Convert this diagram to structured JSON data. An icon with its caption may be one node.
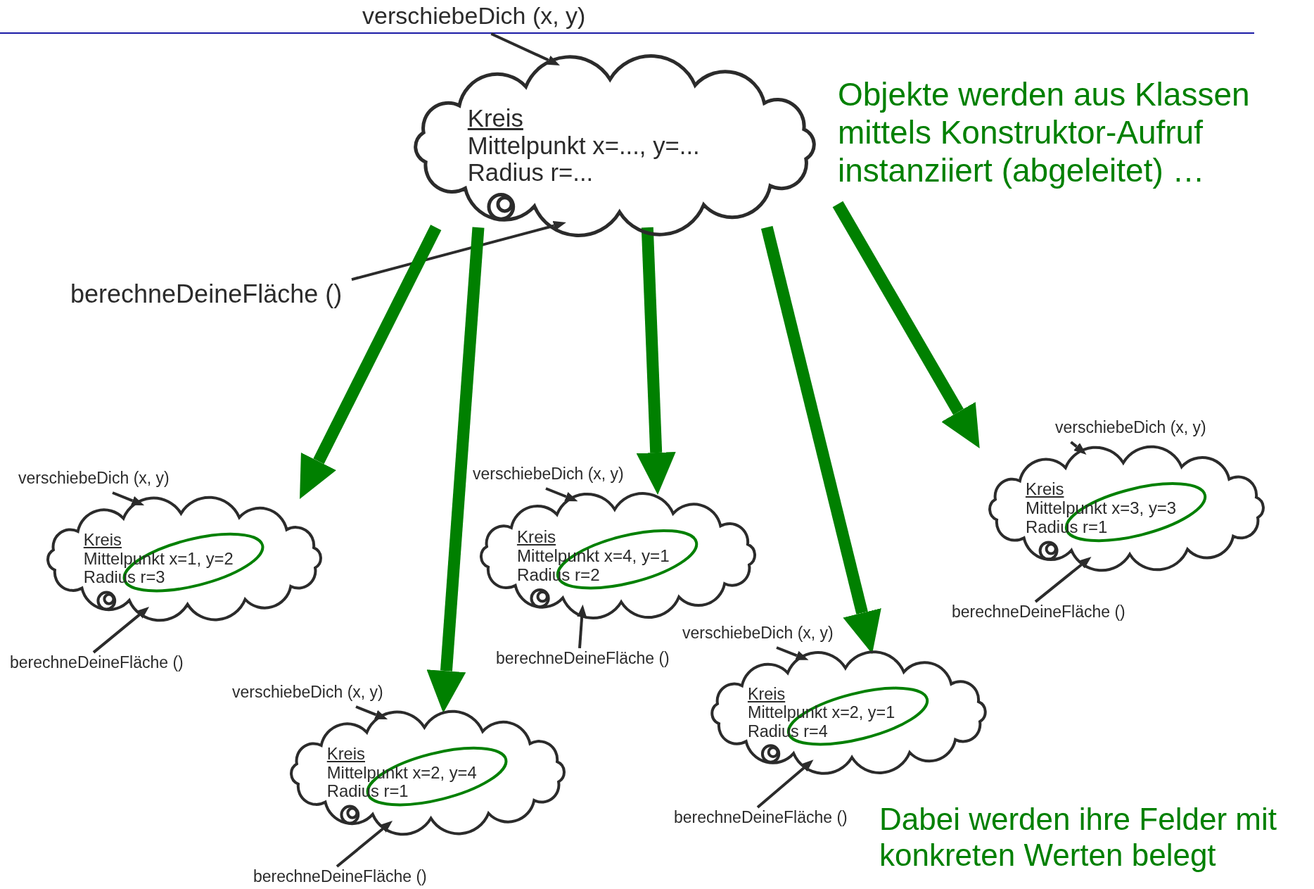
{
  "diagram": {
    "nodes": [
      {
        "text": [
          "verschiebeDich (x, y)"
        ]
      },
      {
        "text": [
          "Kreis",
          "Mittelpunkt x=..., y=...",
          "Radius r=..."
        ]
      },
      {
        "text": [
          "berechneDeineFläche ()"
        ]
      },
      {
        "text": [
          "verschiebeDich (x, y)"
        ]
      },
      {
        "text": [
          "Kreis",
          "Mittelpunkt x=1, y=2",
          "Radius r=3"
        ]
      },
      {
        "text": [
          "berechneDeineFläche ()"
        ]
      },
      {
        "text": [
          "verschiebeDich (x, y)"
        ]
      },
      {
        "text": [
          "Kreis",
          "Mittelpunkt x=4, y=1",
          "Radius r=2"
        ]
      },
      {
        "text": [
          "berechneDeineFläche ()"
        ]
      },
      {
        "text": [
          "verschiebeDich (x, y)"
        ]
      },
      {
        "text": [
          "Kreis",
          "Mittelpunkt x=3, y=3",
          "Radius r=1"
        ]
      },
      {
        "text": [
          "berechneDeineFläche ()"
        ]
      },
      {
        "text": [
          "verschiebeDich (x, y)"
        ]
      },
      {
        "text": [
          "Kreis",
          "Mittelpunkt x=2, y=4",
          "Radius r=1"
        ]
      },
      {
        "text": [
          "berechneDeineFläche ()"
        ]
      },
      {
        "text": [
          "verschiebeDich (x, y)"
        ]
      },
      {
        "text": [
          "Kreis",
          "Mittelpunkt x=2, y=1",
          "Radius r=4"
        ]
      },
      {
        "text": [
          "berechneDeineFläche ()"
        ]
      }
    ],
    "edges": [
      {
        "from": 0,
        "to": 1,
        "arrow": "to"
      },
      {
        "from": 2,
        "to": 1,
        "arrow": "to"
      },
      {
        "from": 3,
        "to": 4,
        "arrow": "to"
      },
      {
        "from": 5,
        "to": 4,
        "arrow": "to"
      },
      {
        "from": 6,
        "to": 7,
        "arrow": "to"
      },
      {
        "from": 8,
        "to": 7,
        "arrow": "to"
      },
      {
        "from": 9,
        "to": 10,
        "arrow": "to"
      },
      {
        "from": 11,
        "to": 10,
        "arrow": "to"
      },
      {
        "from": 12,
        "to": 13,
        "arrow": "to"
      },
      {
        "from": 14,
        "to": 13,
        "arrow": "to"
      },
      {
        "from": 15,
        "to": 16,
        "arrow": "to"
      },
      {
        "from": 17,
        "to": 16,
        "arrow": "to"
      },
      {
        "from": 1,
        "to": 4,
        "arrow": "to",
        "style": "thick",
        "color": "#008000"
      },
      {
        "from": 1,
        "to": 13,
        "arrow": "to",
        "style": "thick",
        "color": "#008000"
      },
      {
        "from": 1,
        "to": 7,
        "arrow": "to",
        "style": "thick",
        "color": "#008000"
      },
      {
        "from": 1,
        "to": 16,
        "arrow": "to",
        "style": "thick",
        "color": "#008000"
      },
      {
        "from": 1,
        "to": 10,
        "arrow": "to",
        "style": "thick",
        "color": "#008000"
      }
    ],
    "labels": [
      "Objekte werden aus Klassen mittels Konstruktor-Aufruf instanziiert (abgeleitet) …",
      "Dabei werden ihre Felder mit konkreten Werten belegt"
    ]
  }
}
